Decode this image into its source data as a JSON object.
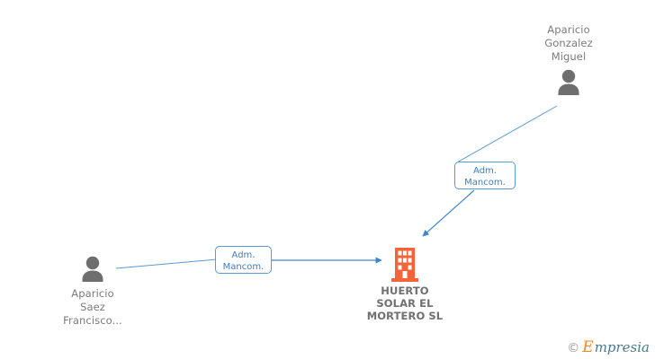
{
  "diagram": {
    "type": "org-relationship-graph",
    "background_color": "#ffffff",
    "accent_line_color": "#4a90d9",
    "label_border_color": "#5b9bd5",
    "label_text_color": "#3f7fc1",
    "person_icon_color": "#6e6e6e",
    "company_icon_color": "#f4633a",
    "text_color": "#7b7b7b",
    "nodes": [
      {
        "id": "person-top-right",
        "kind": "person",
        "name": "Aparicio\nGonzalez\nMiguel",
        "icon": "person-icon"
      },
      {
        "id": "person-bottom-left",
        "kind": "person",
        "name": "Aparicio\nSaez\nFrancisco...",
        "icon": "person-icon"
      },
      {
        "id": "company-center",
        "kind": "company",
        "name": "HUERTO\nSOLAR EL\nMORTERO SL",
        "icon": "building-icon"
      }
    ],
    "edges": [
      {
        "id": "edge-top-right",
        "from": "person-top-right",
        "to": "company-center",
        "label": "Adm.\nMancom."
      },
      {
        "id": "edge-bottom-left",
        "from": "person-bottom-left",
        "to": "company-center",
        "label": "Adm.\nMancom."
      }
    ]
  },
  "watermark": {
    "copyright": "©",
    "brand_initial": "E",
    "brand_rest": "mpresia"
  }
}
